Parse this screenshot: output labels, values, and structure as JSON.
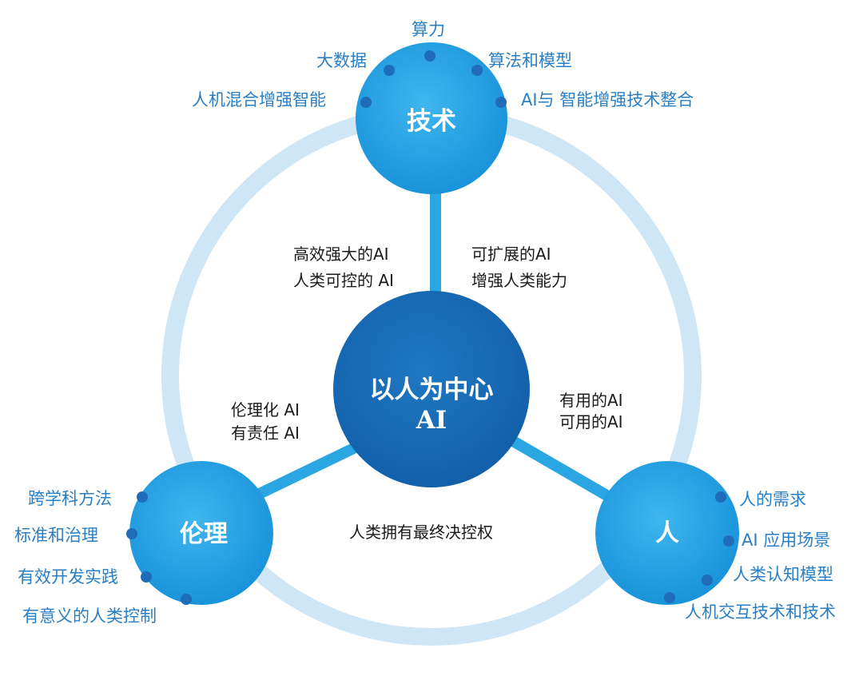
{
  "center": {
    "line1": "以人为中心",
    "line2": "AI"
  },
  "nodes": {
    "tech": {
      "title": "技术",
      "items": [
        "算力",
        "大数据",
        "算法和模型",
        "人机混合增强智能",
        "AI与 智能增强技术整合"
      ]
    },
    "ethics": {
      "title": "伦理",
      "items": [
        "跨学科方法",
        "标准和治理",
        "有效开发实践",
        "有意义的人类控制"
      ]
    },
    "human": {
      "title": "人",
      "items": [
        "人的需求",
        "AI 应用场景",
        "人类认知模型",
        "人机交互技术和技术"
      ]
    }
  },
  "links": {
    "tech_left": [
      "高效强大的AI",
      "人类可控的 AI"
    ],
    "tech_right": [
      "可扩展的AI",
      "增强人类能力"
    ],
    "ethics": [
      "伦理化 AI",
      "有责任 AI"
    ],
    "human": [
      "有用的AI",
      "可用的AI"
    ],
    "bottom": "人类拥有最终决控权"
  },
  "colors": {
    "ring": "#cfe6f6",
    "connector": "#2aa6e3",
    "node_fill": "#1ea0e4",
    "center_fill": "#1769b4",
    "dot": "#1f6cb8",
    "label_blue": "#2a7fc4"
  }
}
